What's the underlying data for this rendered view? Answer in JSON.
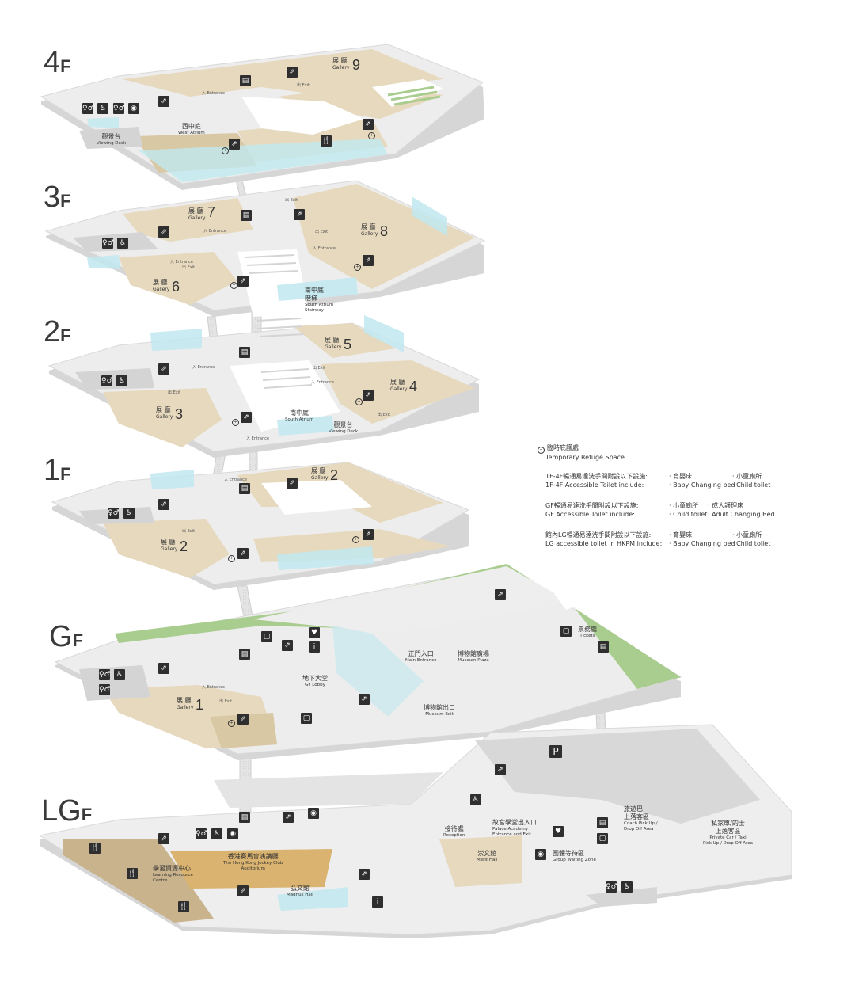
{
  "floors": {
    "f4": {
      "big": "4",
      "small": "F"
    },
    "f3": {
      "big": "3",
      "small": "F"
    },
    "f2": {
      "big": "2",
      "small": "F"
    },
    "f1": {
      "big": "1",
      "small": "F"
    },
    "gf": {
      "big": "G",
      "small": "F"
    },
    "lgf": {
      "big": "LG",
      "small": "F"
    }
  },
  "galleries": {
    "g9": {
      "zh": "展 廳",
      "en": "Gallery",
      "num": "9"
    },
    "g7": {
      "zh": "展 廳",
      "en": "Gallery",
      "num": "7"
    },
    "g8": {
      "zh": "展 廳",
      "en": "Gallery",
      "num": "8"
    },
    "g6": {
      "zh": "展 廳",
      "en": "Gallery",
      "num": "6"
    },
    "g5": {
      "zh": "展 廳",
      "en": "Gallery",
      "num": "5"
    },
    "g4": {
      "zh": "展 廳",
      "en": "Gallery",
      "num": "4"
    },
    "g3": {
      "zh": "展 廳",
      "en": "Gallery",
      "num": "3"
    },
    "g2a": {
      "zh": "展 廳",
      "en": "Gallery",
      "num": "2"
    },
    "g2b": {
      "zh": "展 廳",
      "en": "Gallery",
      "num": "2"
    },
    "g1": {
      "zh": "展 廳",
      "en": "Gallery",
      "num": "1"
    }
  },
  "labels": {
    "west_atrium": {
      "zh": "西中庭",
      "en": "West Atrium"
    },
    "viewing_deck_4f": {
      "zh": "觀景台",
      "en": "Viewing Deck"
    },
    "south_atrium_stair": {
      "zh": "南中庭\n階梯",
      "en": "South Atrium\nStairway"
    },
    "south_atrium": {
      "zh": "南中庭",
      "en": "South Atrium"
    },
    "viewing_deck_2f": {
      "zh": "觀景台",
      "en": "Viewing Deck"
    },
    "gf_lobby": {
      "zh": "地下大堂",
      "en": "GF Lobby"
    },
    "main_entrance": {
      "zh": "正門入口",
      "en": "Main Entrance"
    },
    "museum_plaza": {
      "zh": "博物館廣場",
      "en": "Museum Plaza"
    },
    "tickets": {
      "zh": "票務處",
      "en": "Tickets"
    },
    "museum_exit": {
      "zh": "博物館出口",
      "en": "Museum Exit"
    },
    "auditorium": {
      "zh": "香港賽馬會演講廳",
      "en": "The Hong Kong Jockey Club\nAuditorium"
    },
    "learning_centre": {
      "zh": "學習資源中心",
      "en": "Learning Resource\nCentre"
    },
    "magnus_hall": {
      "zh": "弘文館",
      "en": "Magnus Hall"
    },
    "reception": {
      "zh": "接待處",
      "en": "Reception"
    },
    "palace_academy": {
      "zh": "故宮學堂出入口",
      "en": "Palace Academy\nEntrance and Exit"
    },
    "merit_hall": {
      "zh": "崇文館",
      "en": "Merit Hall"
    },
    "group_waiting": {
      "zh": "團體等待區",
      "en": "Group Waiting Zone"
    },
    "coach": {
      "zh": "旅遊巴\n上落客區",
      "en": "Coach Pick Up /\nDrop Off Area"
    },
    "private_car": {
      "zh": "私家車/的士\n上落客區",
      "en": "Private Car / Taxi\nPick Up / Drop Off Area"
    }
  },
  "small_text": {
    "entrance": "入 Entrance",
    "exit": "出 Exit"
  },
  "legend": {
    "refuge_zh": "臨時庇護處",
    "refuge_en": "Temporary Refuge Space",
    "r1_zh": "1F-4F暢通易達洗手間附設以下設施:",
    "r1_en": "1F-4F Accessible Toilet include:",
    "r1_a": "· 育嬰床\n· Baby Changing bed",
    "r1_b": "· 小童廁所\n· Child toilet",
    "r2_zh": "GF暢通易達洗手間附設以下設施:",
    "r2_en": "GF Accessible Toilet include:",
    "r2_a": "· 小童廁所\n· Child toilet",
    "r2_b": "· 成人護理床\n· Adult Changing Bed",
    "r3_zh": "館內LG暢通易達洗手間附設以下設施:",
    "r3_en": "LG accessible toilet in HKPM include:",
    "r3_a": "· 育嬰床\n· Baby Changing bed",
    "r3_b": "· 小童廁所\n· Child toilet"
  },
  "icons": {
    "lift": "▤",
    "stairs": "⇗",
    "toilet": "♿",
    "wc": "♀♂",
    "restaurant": "🍴",
    "info": "i",
    "aed": "♥",
    "parking": "P",
    "shop": "▢",
    "baby": "◉"
  },
  "colors": {
    "floor_grey": "#ececec",
    "floor_edge": "#d6d6d6",
    "gallery_beige": "#e6d9be",
    "auditorium_gold": "#d9b36f",
    "glass_cyan": "#bfe8ef",
    "green": "#a9cc8f",
    "icon_dark": "#2f2f2f"
  }
}
